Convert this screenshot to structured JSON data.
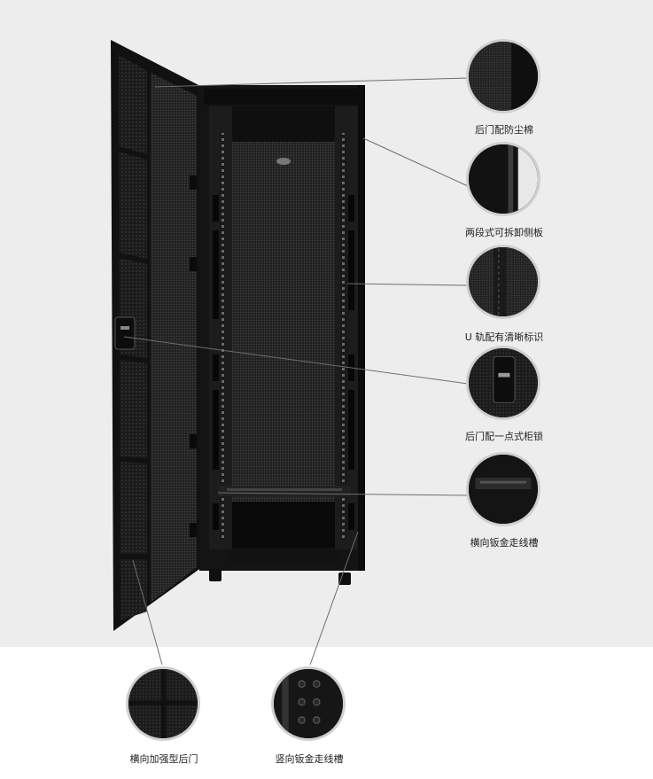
{
  "callouts": [
    {
      "id": "rear-door-dust-foam",
      "label": "后门配防尘棉"
    },
    {
      "id": "two-piece-side-panel",
      "label": "两段式可拆卸侧板"
    },
    {
      "id": "u-rail-marking",
      "label": "U 轨配有清晰标识"
    },
    {
      "id": "rear-door-lock",
      "label": "后门配一点式柜锁"
    },
    {
      "id": "horizontal-cable-trough",
      "label": "横向钣金走线槽"
    },
    {
      "id": "reinforced-rear-door",
      "label": "横向加强型后门"
    },
    {
      "id": "vertical-cable-trough",
      "label": "竖向钣金走线槽"
    }
  ],
  "colors": {
    "background_top": "#ededed",
    "background_bottom": "#ffffff",
    "cabinet": "#141414",
    "mesh": "#2c2c2c",
    "leader_line": "#6e6e6e",
    "circle_border": "#cfcfcf"
  }
}
